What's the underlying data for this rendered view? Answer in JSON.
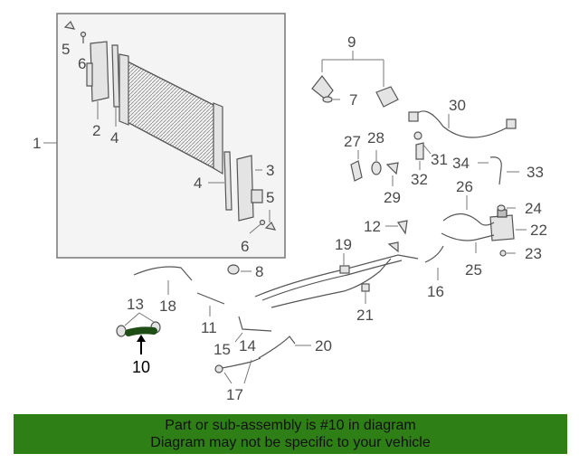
{
  "diagram": {
    "callouts": {
      "c1": "1",
      "c2": "2",
      "c3": "3",
      "c4a": "4",
      "c4b": "4",
      "c5a": "5",
      "c5b": "5",
      "c6a": "6",
      "c6b": "6",
      "c7": "7",
      "c8": "8",
      "c9": "9",
      "c10": "10",
      "c11": "11",
      "c12": "12",
      "c13": "13",
      "c14": "14",
      "c15": "15",
      "c16": "16",
      "c17": "17",
      "c18": "18",
      "c19": "19",
      "c20": "20",
      "c21": "21",
      "c22": "22",
      "c23": "23",
      "c24": "24",
      "c25": "25",
      "c26": "26",
      "c27": "27",
      "c28": "28",
      "c29": "29",
      "c30": "30",
      "c31": "31",
      "c32": "32",
      "c33": "33",
      "c34": "34"
    },
    "highlight_color": "#1f4d16"
  },
  "banner": {
    "line1": "Part or sub-assembly is #10 in diagram",
    "line2": "Diagram may not be specific to your vehicle",
    "background": "#2e7f16"
  }
}
